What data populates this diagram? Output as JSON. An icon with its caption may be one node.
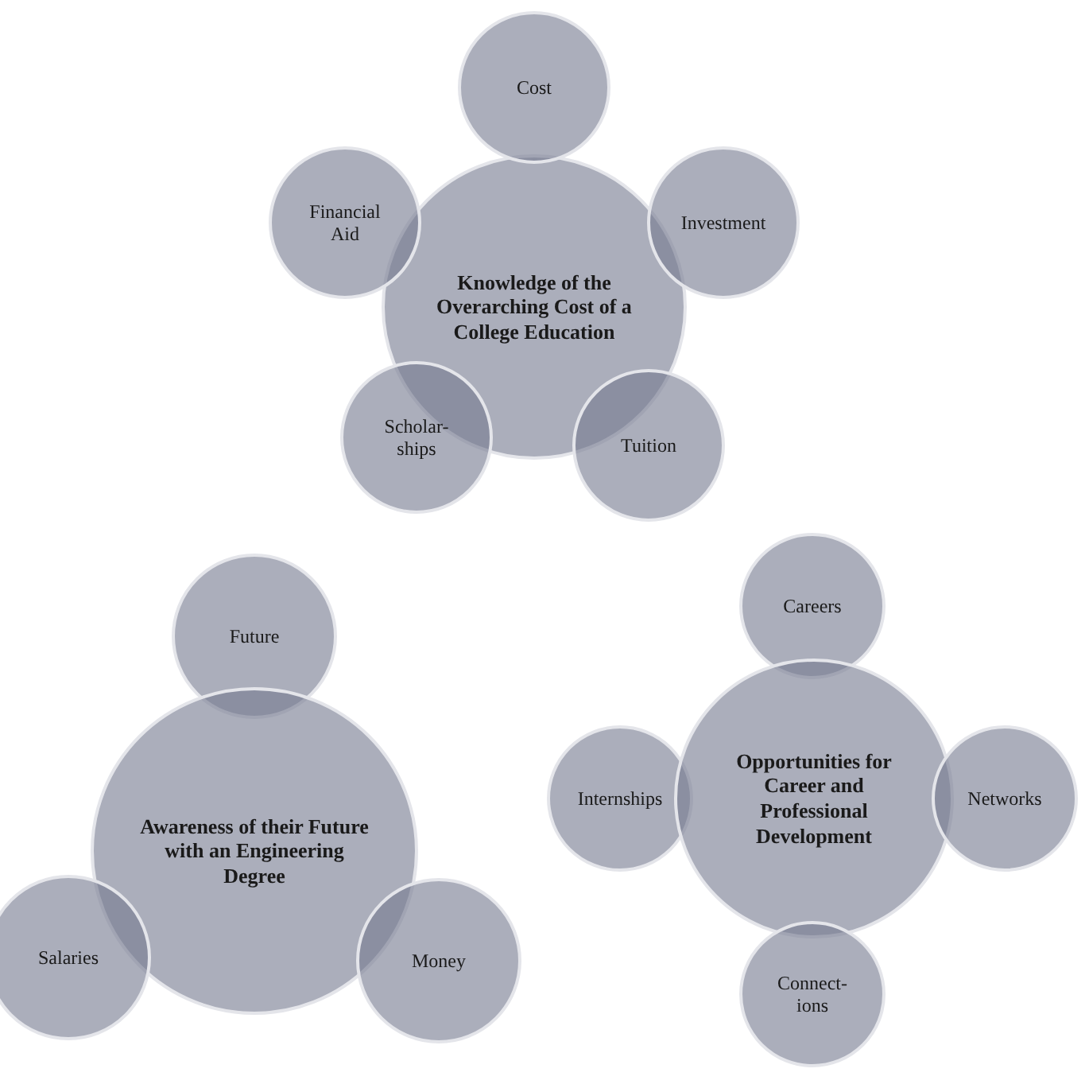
{
  "diagram": {
    "nodes": [
      {
        "text": [
          "Knowledge of the Overarching Cost of a College Education"
        ]
      },
      {
        "text": [
          "Cost"
        ]
      },
      {
        "text": [
          "Financial Aid"
        ]
      },
      {
        "text": [
          "Investment"
        ]
      },
      {
        "text": [
          "Scholar- ships"
        ]
      },
      {
        "text": [
          "Tuition"
        ]
      },
      {
        "text": [
          "Future"
        ]
      },
      {
        "text": [
          "Awareness of their Future with an Engineering Degree"
        ]
      },
      {
        "text": [
          "Salaries"
        ]
      },
      {
        "text": [
          "Money"
        ]
      },
      {
        "text": [
          "Careers"
        ]
      },
      {
        "text": [
          "Internships"
        ]
      },
      {
        "text": [
          "Opportunities for Career and Professional Development"
        ]
      },
      {
        "text": [
          "Networks"
        ]
      },
      {
        "text": [
          "Connect- ions"
        ]
      }
    ]
  }
}
